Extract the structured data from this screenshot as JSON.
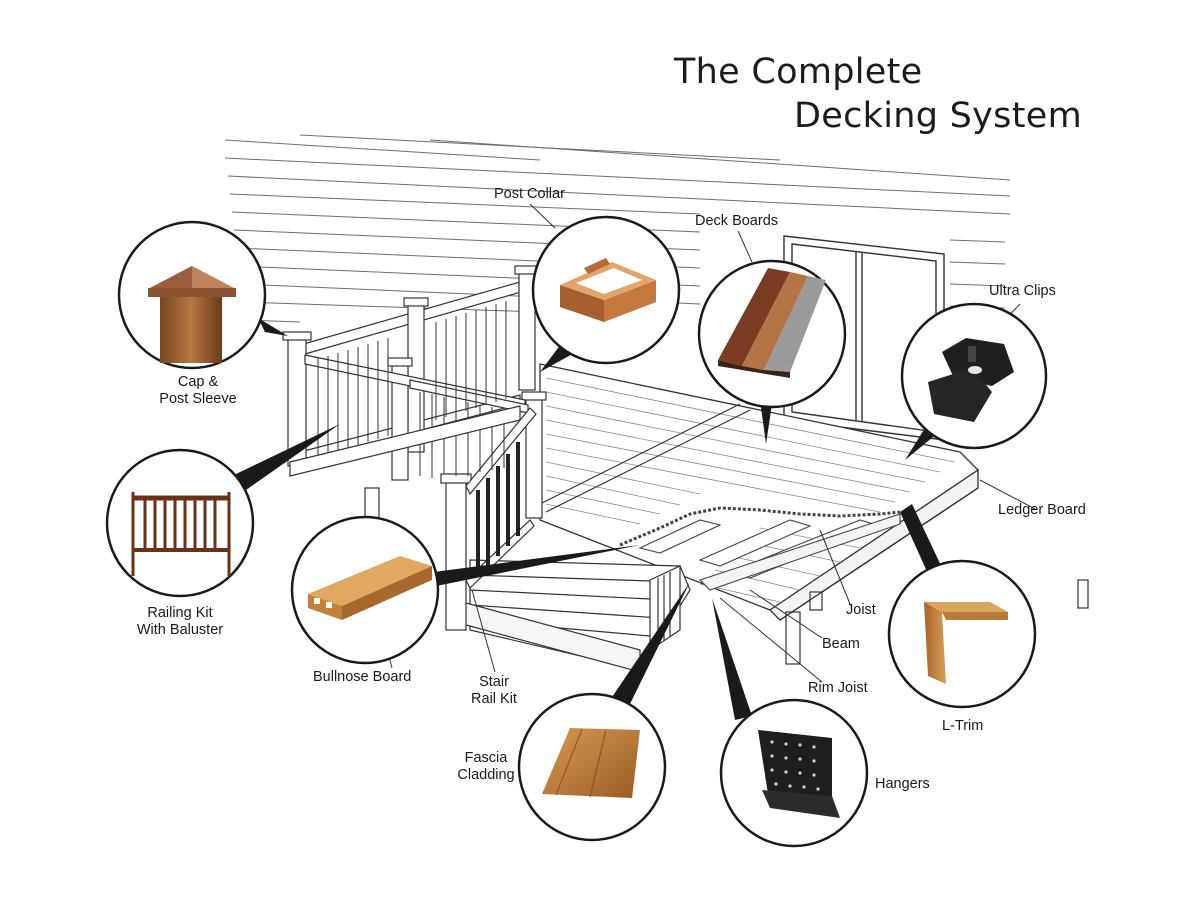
{
  "title": {
    "line1": "The Complete",
    "line2": "Decking System"
  },
  "callouts": {
    "post_collar": "Post Collar",
    "deck_boards": "Deck Boards",
    "ultra_clips": "Ultra Clips",
    "cap_line1": "Cap &",
    "cap_line2": "Post Sleeve",
    "railing_line1": "Railing Kit",
    "railing_line2": "With Baluster",
    "bullnose_board": "Bullnose Board",
    "stair_line1": "Stair",
    "stair_line2": "Rail Kit",
    "fascia_line1": "Fascia",
    "fascia_line2": "Cladding",
    "hangers": "Hangers",
    "ledger_board": "Ledger Board",
    "joist": "Joist",
    "beam": "Beam",
    "rim_joist": "Rim Joist",
    "l_trim": "L-Trim"
  },
  "colors": {
    "line": "#2a2a2a",
    "pointer": "#1a1a1a",
    "wood_light": "#c98a4a",
    "wood_dark": "#8a4a28",
    "composite_grey": "#8e8e8e",
    "black_part": "#1f1f1f"
  }
}
